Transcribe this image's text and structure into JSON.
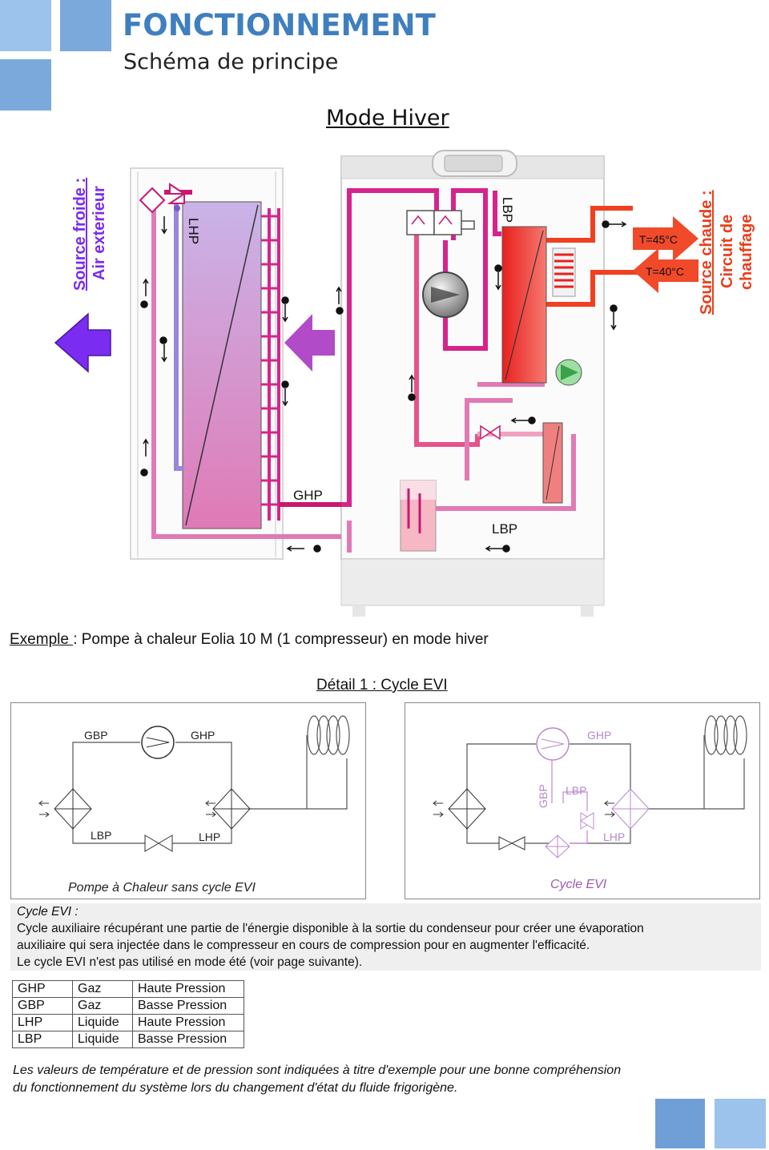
{
  "header": {
    "title": "FONCTIONNEMENT",
    "subtitle": "Schéma de principe",
    "accent_color": "#3f7fbf"
  },
  "diagram": {
    "mode_title": "Mode Hiver",
    "cold_source_label_1": "Source froide :",
    "cold_source_label_2": "Air exterieur",
    "hot_source_label_1": "Source chaude :",
    "hot_source_label_2": "Circuit de",
    "hot_source_label_3": "chauffage",
    "lhp_label": "LHP",
    "lbp_top_label": "LBP",
    "ghp_label": "GHP",
    "lbp_bottom_label": "LBP",
    "t_out": "T=45°C",
    "t_in": "T=40°C"
  },
  "example": {
    "prefix": "Exemple ",
    "text": ": Pompe à chaleur Eolia 10 M (1 compresseur) en mode hiver"
  },
  "detail": {
    "title": "Détail 1 : Cycle EVI",
    "left": {
      "caption": "Pompe à Chaleur sans cycle EVI",
      "gbp": "GBP",
      "ghp": "GHP",
      "lbp": "LBP",
      "lhp": "LHP"
    },
    "right": {
      "caption": "Cycle EVI",
      "ghp": "GHP",
      "gbp": "GBP",
      "lbp": "LBP",
      "lhp": "LHP"
    }
  },
  "evi": {
    "title": "Cycle EVI :",
    "line1": "Cycle auxiliaire récupérant une partie de l'énergie disponible à la sortie du condenseur pour créer une évaporation",
    "line2": "auxiliaire qui sera injectée dans le compresseur en cours  de compression pour en augmenter  l'efficacité.",
    "line3": "Le cycle EVI n'est pas utilisé en mode été (voir page suivante)."
  },
  "legend": [
    [
      "GHP",
      "Gaz",
      "Haute Pression"
    ],
    [
      "GBP",
      "Gaz",
      "Basse Pression"
    ],
    [
      "LHP",
      "Liquide",
      "Haute Pression"
    ],
    [
      "LBP",
      "Liquide",
      "Basse Pression"
    ]
  ],
  "note": {
    "line1": "Les valeurs de température et de pression sont indiquées à titre d'exemple pour une bonne compréhension",
    "line2": "du fonctionnement du système lors du changement d'état du fluide frigorigène."
  }
}
